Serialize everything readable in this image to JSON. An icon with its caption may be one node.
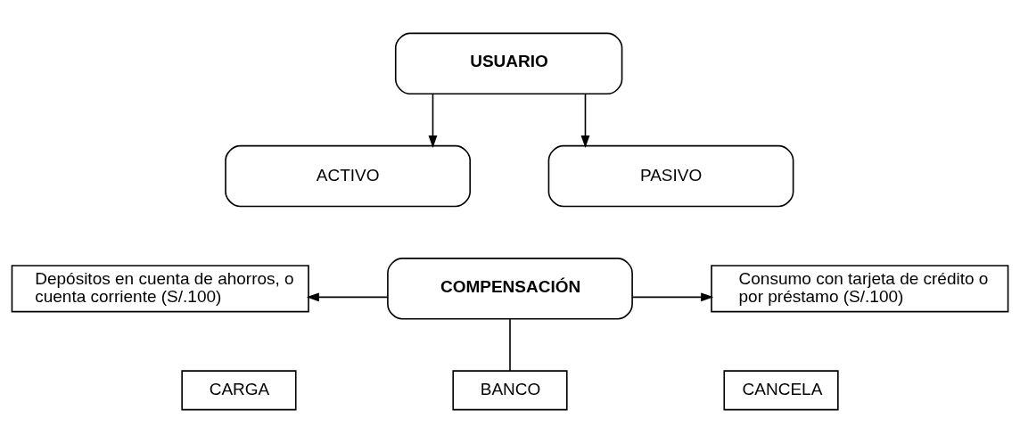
{
  "diagram": {
    "nodes": [
      {
        "text": [
          "USUARIO"
        ]
      },
      {
        "text": [
          "ACTIVO"
        ]
      },
      {
        "text": [
          "PASIVO"
        ]
      },
      {
        "text": [
          "Depósitos en cuenta de ahorros, o cuenta corriente (S/.100)"
        ]
      },
      {
        "text": [
          "COMPENSACIÓN"
        ]
      },
      {
        "text": [
          "Consumo con tarjeta de crédito o por préstamo (S/.100)"
        ]
      },
      {
        "text": [
          "CARGA"
        ]
      },
      {
        "text": [
          "BANCO"
        ]
      },
      {
        "text": [
          "CANCELA"
        ]
      }
    ],
    "edges": [
      {
        "from": 0,
        "to": 1,
        "arrow": "to"
      },
      {
        "from": 0,
        "to": 2,
        "arrow": "to"
      },
      {
        "from": 4,
        "to": 3,
        "arrow": "to"
      },
      {
        "from": 4,
        "to": 5,
        "arrow": "to"
      },
      {
        "from": 4,
        "to": 7,
        "arrow": "none"
      }
    ]
  }
}
